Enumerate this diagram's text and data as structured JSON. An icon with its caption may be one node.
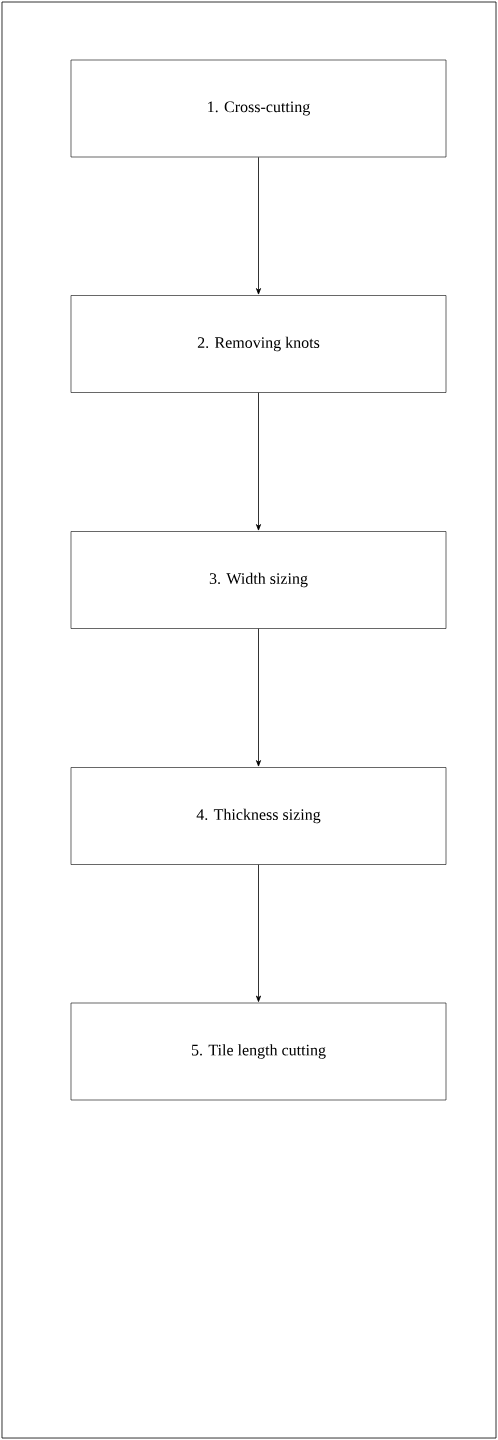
{
  "diagram": {
    "nodes": [
      {
        "text": [
          "1. Cross-cutting"
        ]
      },
      {
        "text": [
          "2. Removing knots"
        ]
      },
      {
        "text": [
          "3. Width sizing"
        ]
      },
      {
        "text": [
          "4. Thickness sizing"
        ]
      },
      {
        "text": [
          "5. Tile length cutting"
        ]
      }
    ],
    "edges": [
      {
        "from": 0,
        "to": 1,
        "arrow": "to"
      },
      {
        "from": 1,
        "to": 2,
        "arrow": "to"
      },
      {
        "from": 2,
        "to": 3,
        "arrow": "to"
      },
      {
        "from": 3,
        "to": 4,
        "arrow": "to"
      }
    ]
  }
}
